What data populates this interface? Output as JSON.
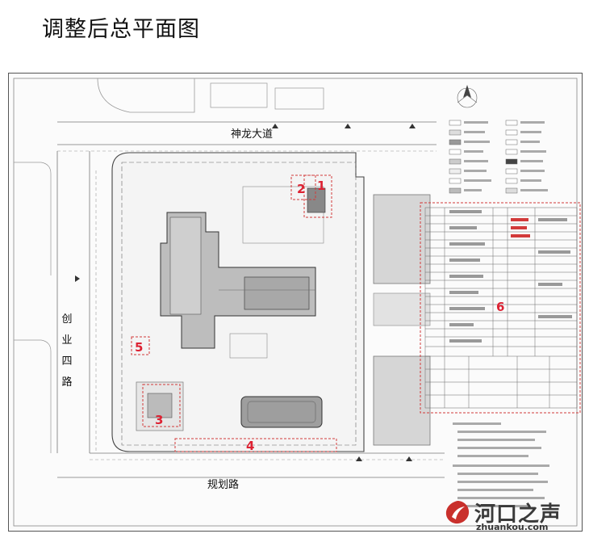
{
  "title": "调整后总平面图",
  "roads": {
    "north": "神龙大道",
    "west": [
      "创",
      "业",
      "四",
      "路"
    ],
    "south": "规划路"
  },
  "markers": [
    "1",
    "2",
    "3",
    "4",
    "5",
    "6"
  ],
  "colors": {
    "marker_red": "#d23a3a",
    "building_fill": "#bdbdbd",
    "site_line": "#444444"
  },
  "watermark": {
    "cn": "河口之声",
    "en": "zhuankou.com"
  }
}
